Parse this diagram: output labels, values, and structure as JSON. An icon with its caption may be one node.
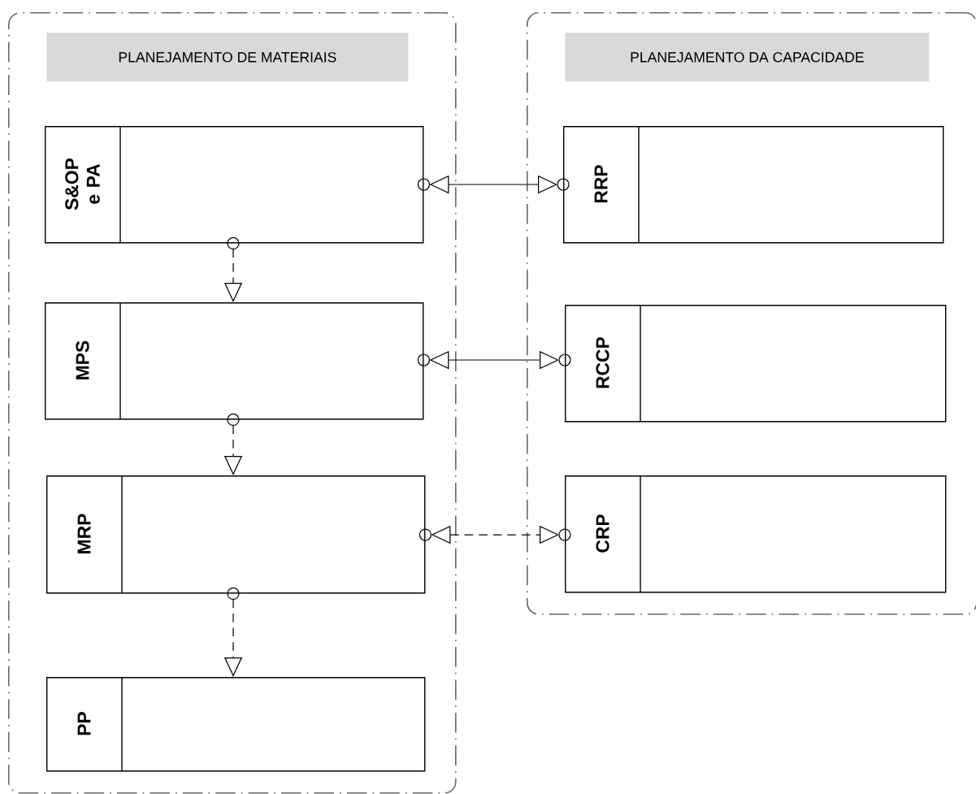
{
  "diagram": {
    "nodes": [
      {
        "text": [
          "PLANEJAMENTO DE MATERIAIS"
        ]
      },
      {
        "text": [
          "S&OP e PA"
        ],
        "in": 0
      },
      {
        "text": [
          "MPS"
        ],
        "in": 0
      },
      {
        "text": [
          "MRP"
        ],
        "in": 0
      },
      {
        "text": [
          "PP"
        ],
        "in": 0
      },
      {
        "text": [
          "PLANEJAMENTO DA CAPACIDADE"
        ]
      },
      {
        "text": [
          "RRP"
        ],
        "in": 5
      },
      {
        "text": [
          "RCCP"
        ],
        "in": 5
      },
      {
        "text": [
          "CRP"
        ],
        "in": 5
      }
    ],
    "edges": [
      {
        "from": 1,
        "to": 6,
        "arrow": "both"
      },
      {
        "from": 1,
        "to": 2,
        "arrow": "to",
        "style": "dashed"
      },
      {
        "from": 2,
        "to": 7,
        "arrow": "both"
      },
      {
        "from": 2,
        "to": 3,
        "arrow": "to",
        "style": "dashed"
      },
      {
        "from": 3,
        "to": 8,
        "arrow": "both",
        "style": "dashed"
      },
      {
        "from": 3,
        "to": 4,
        "arrow": "to",
        "style": "dashed"
      }
    ]
  }
}
